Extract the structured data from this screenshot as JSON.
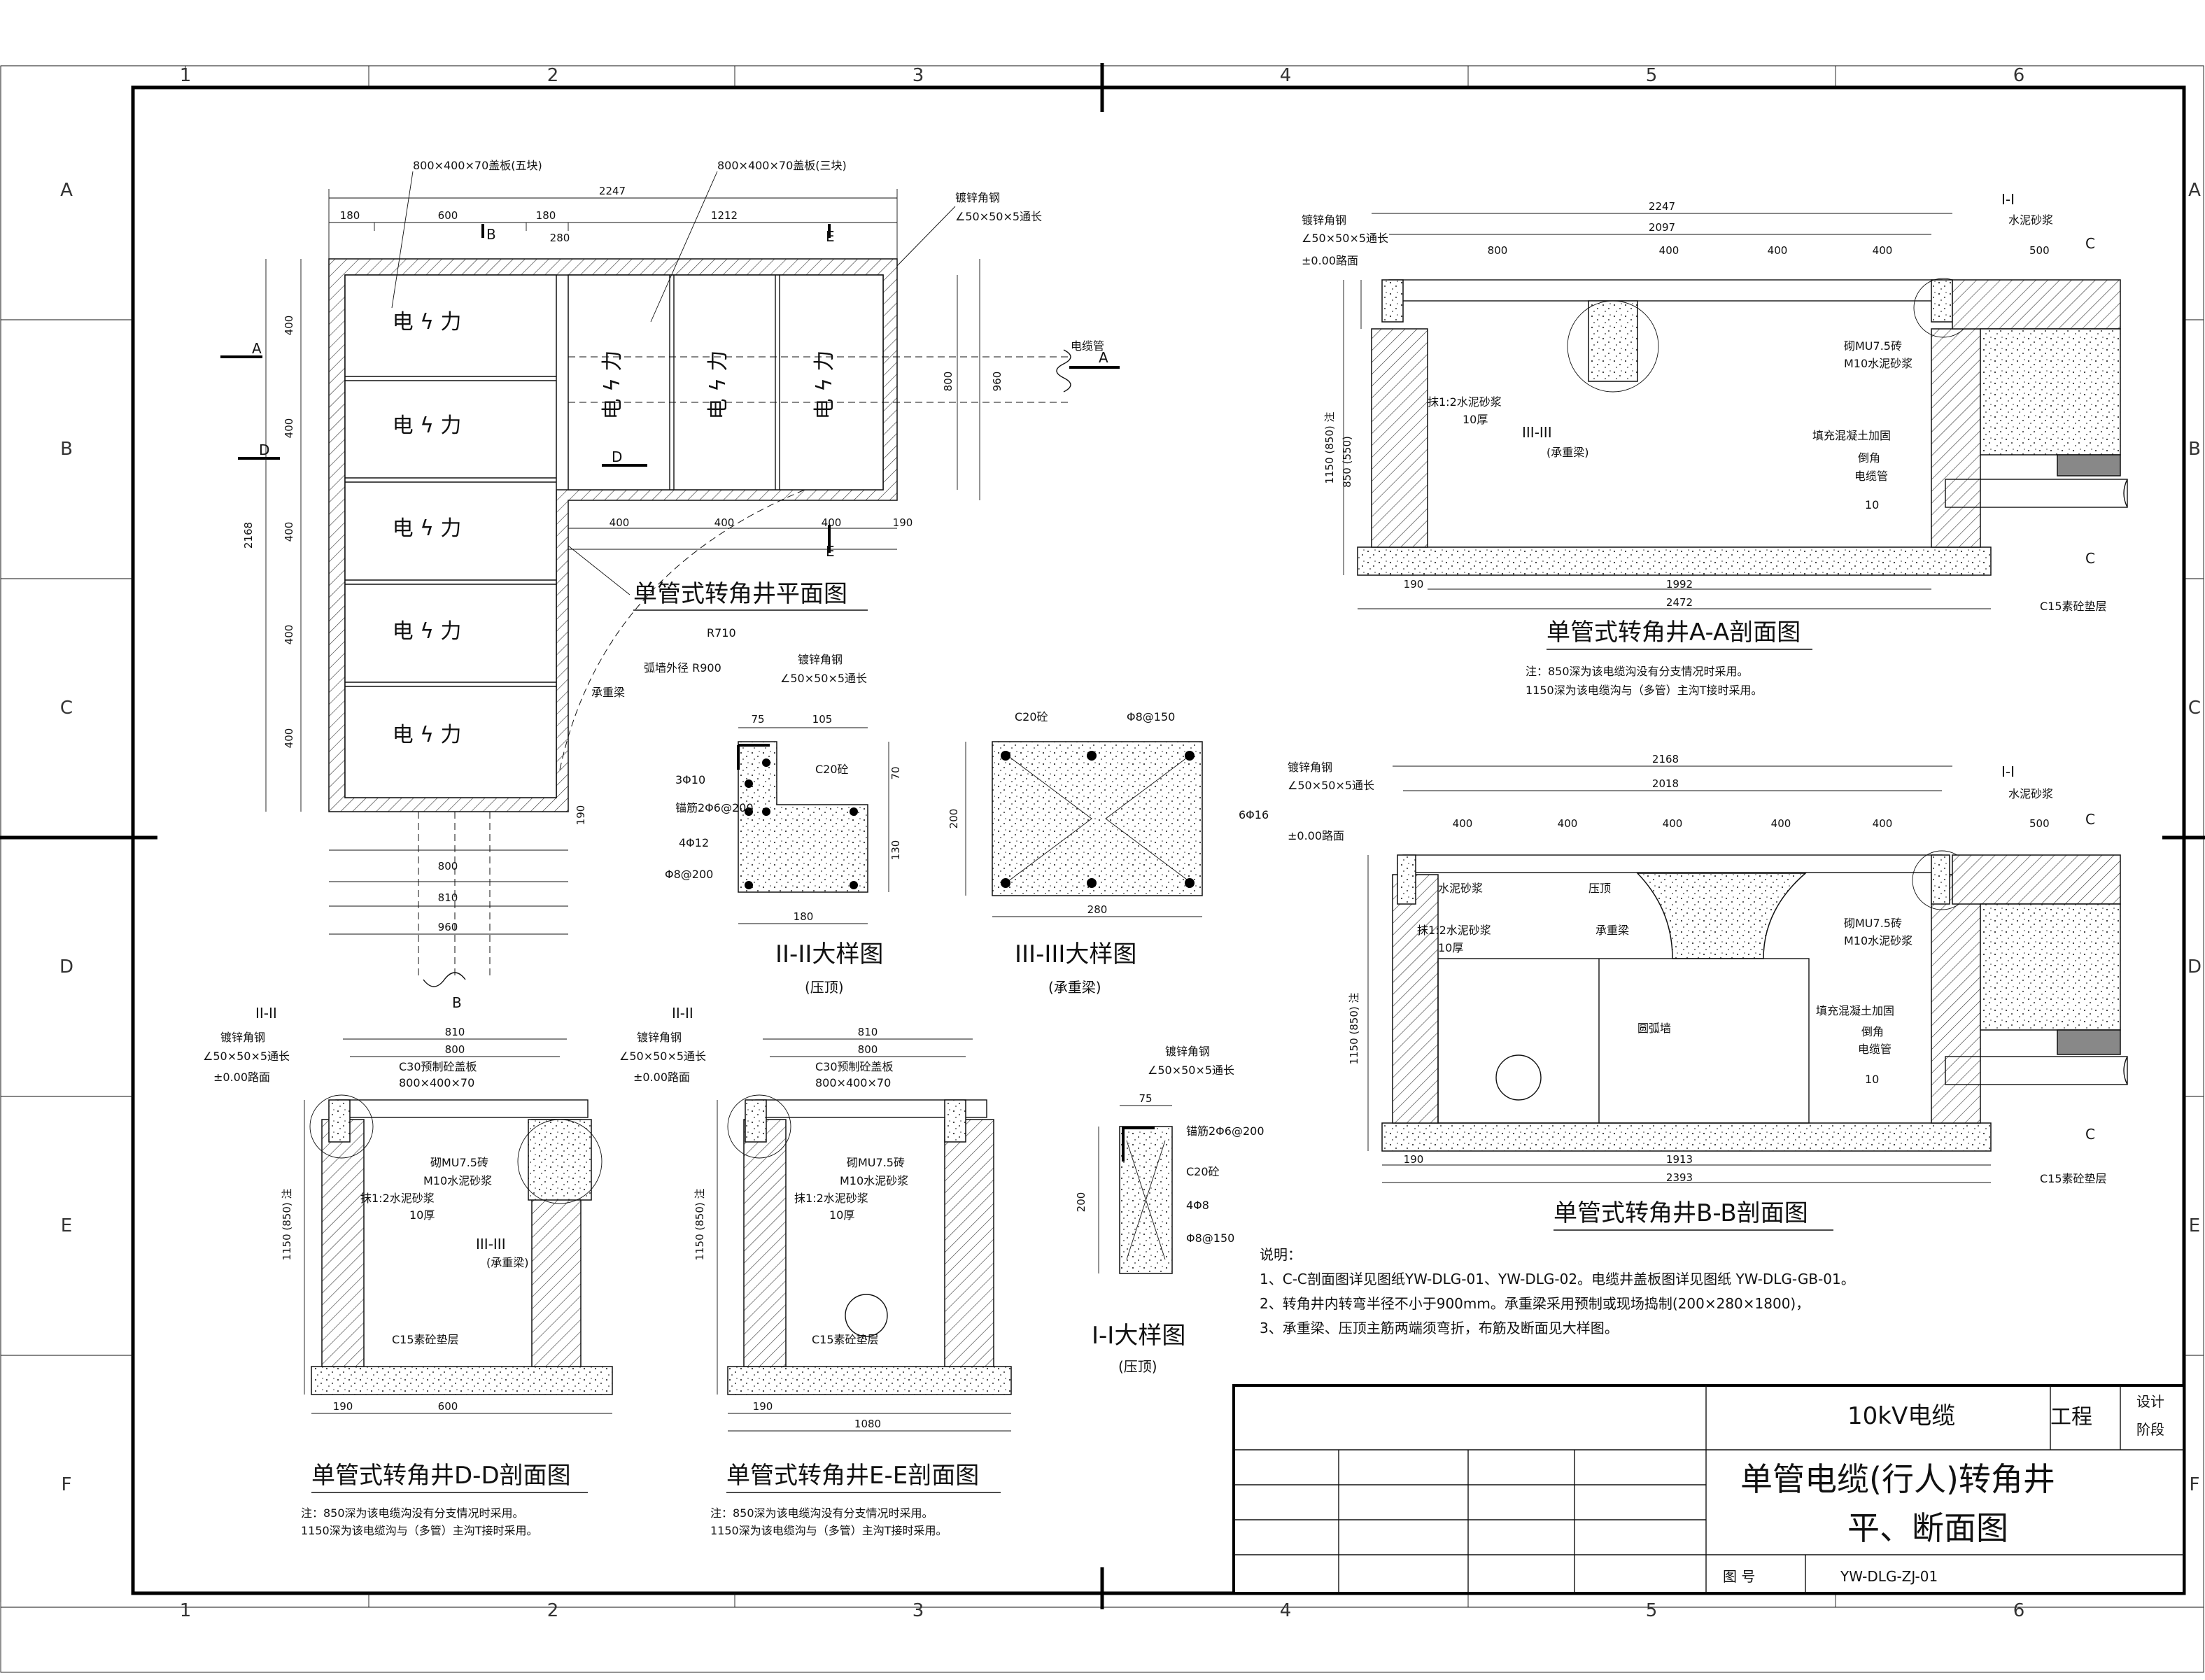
{
  "grid": {
    "cols": [
      "1",
      "2",
      "3",
      "4",
      "5",
      "6"
    ],
    "rows": [
      "A",
      "B",
      "C",
      "D",
      "E",
      "F"
    ]
  },
  "plan": {
    "title": "单管式转角井平面图",
    "cover_label": "电  ϟ  力",
    "section_marks": [
      "A",
      "D",
      "B",
      "E",
      "A",
      "D",
      "E"
    ],
    "dims": {
      "overall": "2247",
      "d180a": "180",
      "d600": "600",
      "d180b": "180",
      "d1212": "1212",
      "d280": "280",
      "d2168": "2168",
      "d400": "400",
      "d800": "800",
      "d960": "960",
      "d190": "190",
      "d810": "810"
    },
    "notes": {
      "cover_left": "800×400×70盖板(五块)",
      "cover_right": "800×400×70盖板(三块)",
      "angle_steel": "镀锌角钢",
      "angle_spec": "∠50×50×5通长",
      "cable_pipe": "电缆管",
      "r710": "R710",
      "r900": "弧墙外径 R900",
      "beam": "承重梁"
    }
  },
  "detail22": {
    "title": "II-II大样图",
    "subtitle": "(压顶)",
    "dims": {
      "d75": "75",
      "d105": "105",
      "d180": "180",
      "d70": "70",
      "d130": "130"
    },
    "notes": [
      "镀锌角钢",
      "∠50×50×5通长",
      "C20砼",
      "3Φ10",
      "锚筋2Φ6@200",
      "4Φ12",
      "Φ8@200"
    ]
  },
  "detail33": {
    "title": "III-III大样图",
    "subtitle": "(承重梁)",
    "dims": {
      "d280": "280",
      "d200": "200"
    },
    "notes": [
      "C20砼",
      "Φ8@150",
      "6Φ16"
    ]
  },
  "detail11": {
    "title": "I-I大样图",
    "subtitle": "(压顶)",
    "dims": {
      "d75": "75",
      "d200": "200"
    },
    "notes": [
      "镀锌角钢",
      "∠50×50×5通长",
      "锚筋2Φ6@200",
      "C20砼",
      "4Φ8",
      "Φ8@150"
    ]
  },
  "secAA": {
    "title": "单管式转角井A-A剖面图",
    "dims": {
      "d2247": "2247",
      "d2097": "2097",
      "d800": "800",
      "d400": "400",
      "d500": "500",
      "d190": "190",
      "d1992": "1992",
      "d2472": "2472",
      "d1150": "1150 (850) 注",
      "d850": "850 (550)"
    },
    "notes": [
      "镀锌角钢",
      "∠50×50×5通长",
      "±0.00路面",
      "抹1:2水泥砂浆",
      "10厚",
      "III-III",
      "(承重梁)",
      "砌MU7.5砖",
      "M10水泥砂浆",
      "填充混凝土加固",
      "倒角",
      "电缆管",
      "10",
      "C15素砼垫层",
      "I-I",
      "水泥砂浆",
      "C"
    ],
    "footnote": [
      "注：850深为该电缆沟没有分支情况时采用。",
      "1150深为该电缆沟与（多管）主沟T接时采用。"
    ]
  },
  "secBB": {
    "title": "单管式转角井B-B剖面图",
    "dims": {
      "d2168": "2168",
      "d2018": "2018",
      "d400": "400",
      "d500": "500",
      "d190": "190",
      "d1913": "1913",
      "d2393": "2393",
      "d1150": "1150 (850) 注"
    },
    "notes": [
      "镀锌角钢",
      "∠50×50×5通长",
      "±0.00路面",
      "水泥砂浆",
      "压顶",
      "承重梁",
      "抹1:2水泥砂浆",
      "10厚",
      "圆弧墙",
      "砌MU7.5砖",
      "M10水泥砂浆",
      "填充混凝土加固",
      "倒角",
      "电缆管",
      "10",
      "C15素砼垫层",
      "I-I",
      "水泥砂浆",
      "C"
    ]
  },
  "secDD": {
    "title": "单管式转角井D-D剖面图",
    "dims": {
      "d810": "810",
      "d800": "800",
      "d190": "190",
      "d600": "600",
      "d1150": "1150 (850) 注"
    },
    "notes": [
      "II-II",
      "镀锌角钢",
      "∠50×50×5通长",
      "±0.00路面",
      "C30预制砼盖板",
      "800×400×70",
      "砌MU7.5砖",
      "M10水泥砂浆",
      "抹1:2水泥砂浆",
      "10厚",
      "III-III",
      "(承重梁)",
      "C15素砼垫层"
    ],
    "footnote": [
      "注：850深为该电缆沟没有分支情况时采用。",
      "1150深为该电缆沟与（多管）主沟T接时采用。"
    ]
  },
  "secEE": {
    "title": "单管式转角井E-E剖面图",
    "dims": {
      "d810": "810",
      "d800": "800",
      "d190": "190",
      "d1080": "1080",
      "d1150": "1150 (850) 注"
    },
    "notes": [
      "II-II",
      "镀锌角钢",
      "∠50×50×5通长",
      "±0.00路面",
      "C30预制砼盖板",
      "800×400×70",
      "砌MU7.5砖",
      "M10水泥砂浆",
      "抹1:2水泥砂浆",
      "10厚",
      "C15素砼垫层"
    ],
    "footnote": [
      "注：850深为该电缆沟没有分支情况时采用。",
      "1150深为该电缆沟与（多管）主沟T接时采用。"
    ]
  },
  "notes": {
    "heading": "说明：",
    "items": [
      "1、C-C剖面图详见图纸YW-DLG-01、YW-DLG-02。电缆井盖板图详见图纸 YW-DLG-GB-01。",
      "2、转角井内转弯半径不小于900mm。承重梁采用预制或现场捣制(200×280×1800)，",
      "3、承重梁、压顶主筋两端须弯折，布筋及断面见大样图。"
    ]
  },
  "titleblock": {
    "project": "10kV电缆",
    "project_suffix": "工程",
    "stage_line1": "设计",
    "stage_line2": "阶段",
    "title_line1": "单管电缆(行人)转角井",
    "title_line2": "平、断面图",
    "drawing_no_label": "图    号",
    "drawing_no": "YW-DLG-ZJ-01"
  }
}
